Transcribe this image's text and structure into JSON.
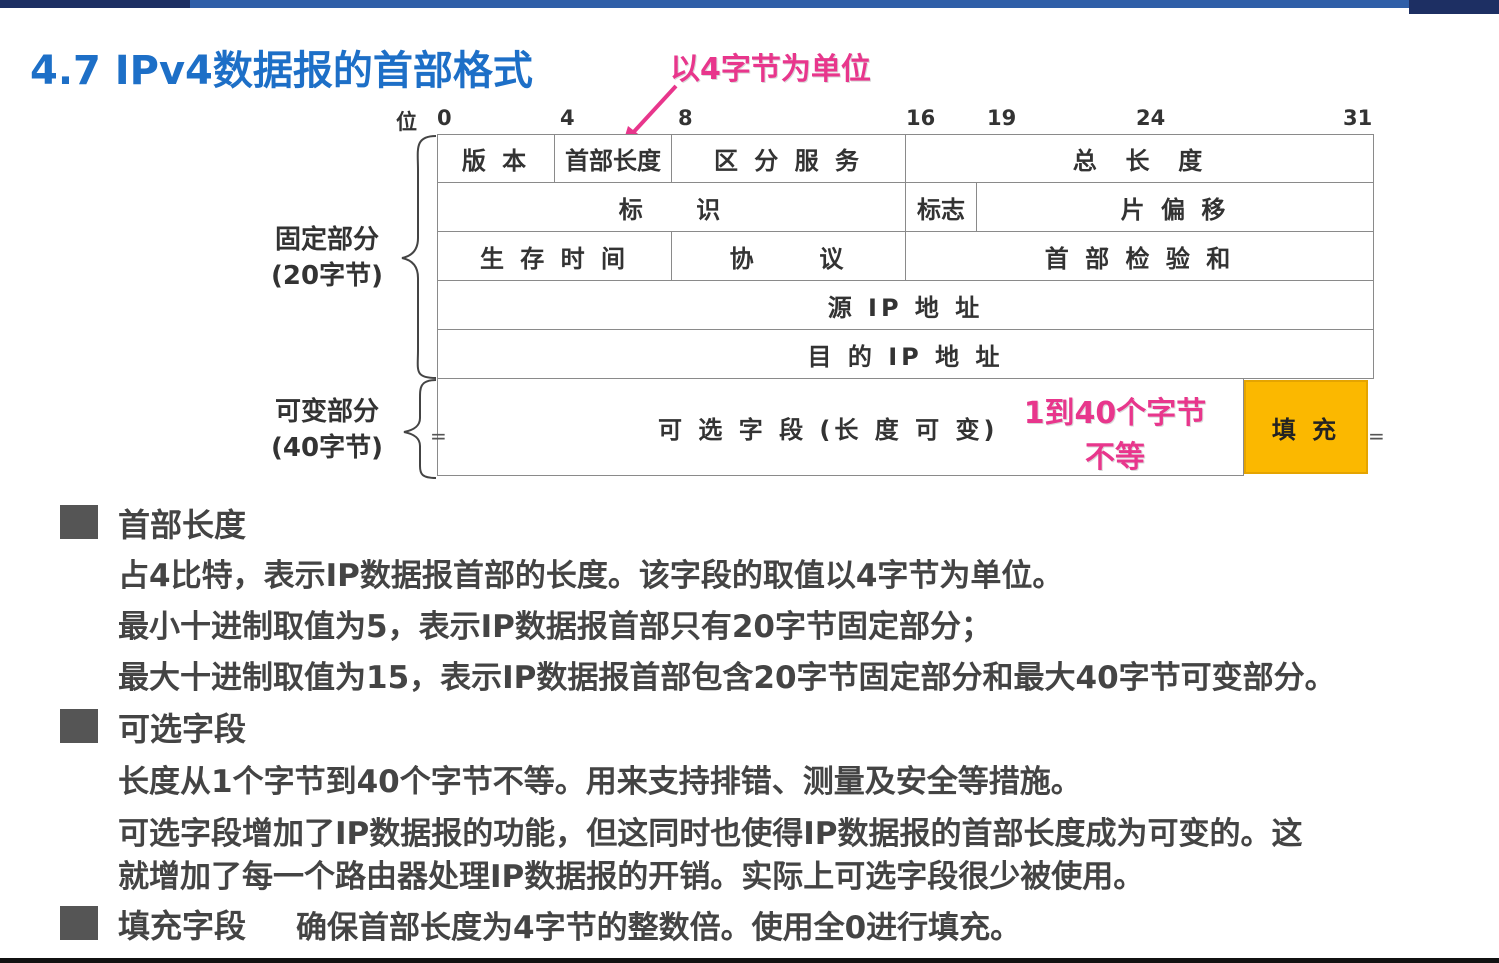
{
  "title": "4.7 IPv4数据报的首部格式",
  "annotations": {
    "unit_note": "以4字节为单位",
    "options_length_note_line1": "1到40个字节",
    "options_length_note_line2": "不等"
  },
  "bits": {
    "label": "位",
    "b0": "0",
    "b4": "4",
    "b8": "8",
    "b16": "16",
    "b19": "19",
    "b24": "24",
    "b31": "31"
  },
  "header_fields": {
    "version": "版 本",
    "header_length": "首部长度",
    "diff_services": "区 分 服 务",
    "total_length": "总  长  度",
    "identification": "标    识",
    "flags": "标志",
    "fragment_offset": "片 偏 移",
    "ttl": "生 存 时 间",
    "protocol": "协     议",
    "checksum": "首 部 检 验 和",
    "source_ip": "源 IP 地 址",
    "dest_ip": "目 的 IP 地 址",
    "options": "可 选 字 段 (长 度 可 变)",
    "padding": "填 充"
  },
  "brace_labels": {
    "fixed_line1": "固定部分",
    "fixed_line2": "(20字节)",
    "variable_line1": "可变部分",
    "variable_line2": "(40字节)"
  },
  "side_marks": {
    "eq": "="
  },
  "sections": [
    {
      "title": "首部长度",
      "lines": [
        "占4比特，表示IP数据报首部的长度。该字段的取值以4字节为单位。",
        "最小十进制取值为5，表示IP数据报首部只有20字节固定部分；",
        "最大十进制取值为15，表示IP数据报首部包含20字节固定部分和最大40字节可变部分。"
      ]
    },
    {
      "title": "可选字段",
      "lines": [
        "长度从1个字节到40个字节不等。用来支持排错、测量及安全等措施。",
        "可选字段增加了IP数据报的功能，但这同时也使得IP数据报的首部长度成为可变的。这",
        "就增加了每一个路由器处理IP数据报的开销。实际上可选字段很少被使用。"
      ]
    },
    {
      "title": "填充字段",
      "inline_text": "确保首部长度为4字节的整数倍。使用全0进行填充。"
    }
  ],
  "colors": {
    "title": "#1d6fc7",
    "note": "#e8368c",
    "padding_fill": "#fbb800",
    "bullet": "#555555"
  }
}
